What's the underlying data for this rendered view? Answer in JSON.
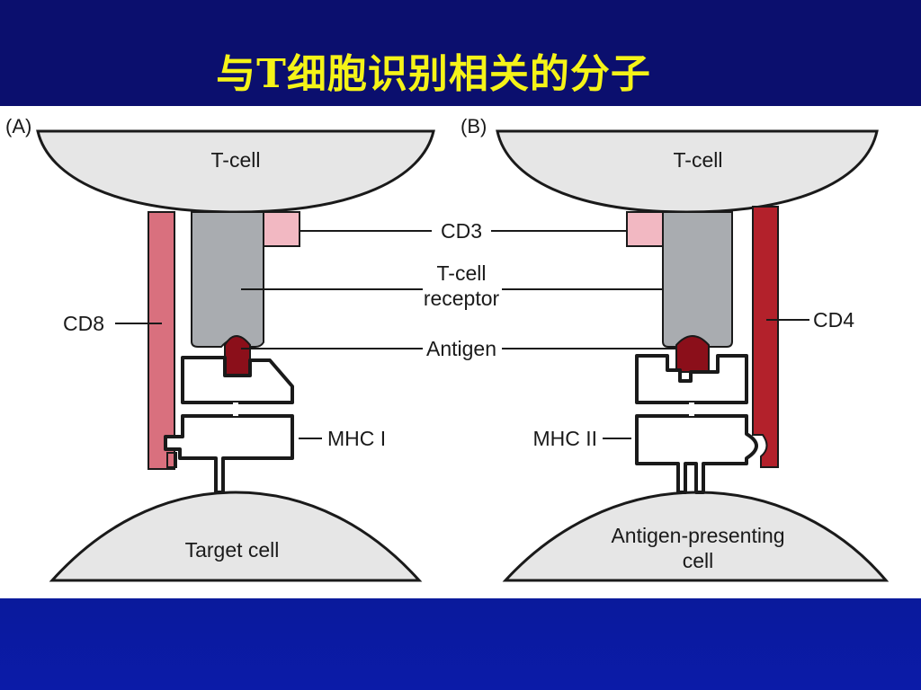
{
  "slide": {
    "title": "与T细胞识别相关的分子"
  },
  "panel_a": {
    "label": "(A)",
    "top_cell": "T-cell",
    "bottom_cell": "Target cell",
    "coreceptor": "CD8",
    "cd3": "CD3",
    "tcr_line1": "T-cell",
    "tcr_line2": "receptor",
    "antigen": "Antigen",
    "mhc": "MHC I"
  },
  "panel_b": {
    "label": "(B)",
    "top_cell": "T-cell",
    "bottom_cell_line1": "Antigen-presenting",
    "bottom_cell_line2": "cell",
    "coreceptor": "CD4",
    "mhc": "MHC II"
  },
  "colors": {
    "title": "#f5f318",
    "background": "#0b0f6e",
    "cell": "#e6e6e6",
    "tcr": "#a9acb0",
    "cd3": "#f2b8c2",
    "cd8": "#d9707e",
    "cd4": "#b3212b",
    "antigen": "#8b0f1a"
  }
}
